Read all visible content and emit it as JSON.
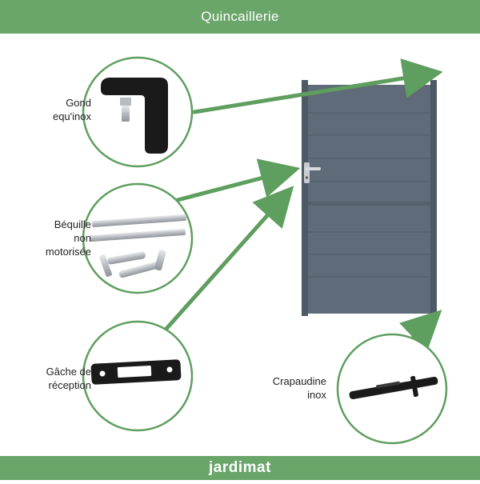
{
  "header": {
    "title": "Quincaillerie"
  },
  "footer": {
    "brand": "jardimat"
  },
  "colors": {
    "green": "#6aa56a",
    "arrow": "#5e9e5e",
    "gate": "#5f6b78",
    "gate_dark": "#4e5966",
    "hardware_black": "#1a1a1a",
    "steel": "#c9ccd0"
  },
  "parts": [
    {
      "id": "gond",
      "label": "Gond\nequ'inox",
      "icon": "hinge-icon"
    },
    {
      "id": "bequille",
      "label": "Béquille\nnon\nmotorisée",
      "icon": "handle-icon"
    },
    {
      "id": "gache",
      "label": "Gâche de\nréception",
      "icon": "strike-plate-icon"
    },
    {
      "id": "crapaudine",
      "label": "Crapaudine\ninox",
      "icon": "pivot-pin-icon"
    }
  ]
}
